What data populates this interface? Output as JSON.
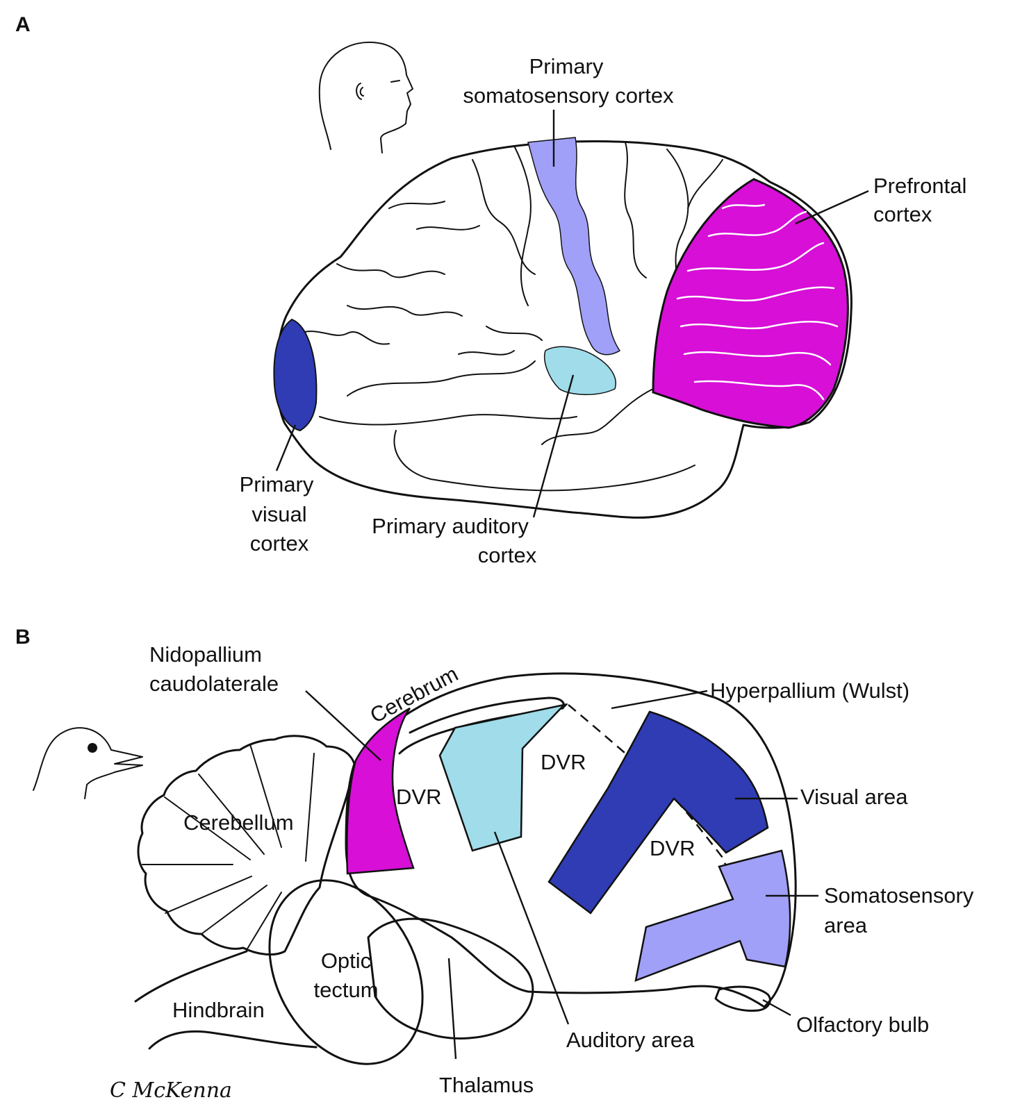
{
  "panel_a": {
    "letter": "A",
    "labels": {
      "somatosensory": [
        "Primary",
        "somatosensory cortex"
      ],
      "prefrontal": [
        "Prefrontal",
        "cortex"
      ],
      "visual": [
        "Primary",
        "visual",
        "cortex"
      ],
      "auditory": [
        "Primary auditory",
        "cortex"
      ]
    },
    "colors": {
      "somatosensory": "#a0a0f8",
      "prefrontal": "#d70fd7",
      "visual": "#303cb4",
      "auditory": "#a0dcea"
    }
  },
  "panel_b": {
    "letter": "B",
    "labels": {
      "nidopallium": [
        "Nidopallium",
        "caudolaterale"
      ],
      "cerebrum": "Cerebrum",
      "hyperpallium": "Hyperpallium (Wulst)",
      "dvr": "DVR",
      "visual_area": "Visual area",
      "somatosensory_area": [
        "Somatosensory",
        "area"
      ],
      "cerebellum": "Cerebellum",
      "optic_tectum": [
        "Optic",
        "tectum"
      ],
      "hindbrain": "Hindbrain",
      "thalamus": "Thalamus",
      "auditory_area": "Auditory area",
      "olfactory_bulb": "Olfactory bulb"
    },
    "colors": {
      "nidopallium": "#d70fd7",
      "auditory": "#a0dcea",
      "visual": "#303cb4",
      "somatosensory": "#a0a0f8"
    }
  },
  "signature": "C McKenna"
}
